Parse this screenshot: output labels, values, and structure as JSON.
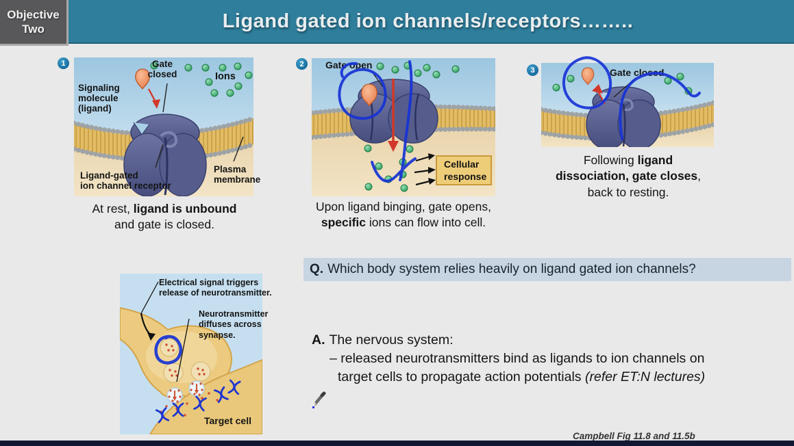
{
  "header": {
    "objective_line1": "Objective",
    "objective_line2": "Two",
    "title": "Ligand gated ion channels/receptors…….."
  },
  "colors": {
    "header_teal": "#2e7e9c",
    "question_highlight": "#c7d5e3",
    "pen_blue": "#1733d6",
    "arrow_red": "#d2382a",
    "ion_green": "#2d9c5d",
    "membrane_gold": "#e3bc66",
    "channel_purple": "#565d8c"
  },
  "figure1": {
    "badge": "1",
    "labels": {
      "gate": "Gate closed",
      "ions": "Ions",
      "signaling": [
        "Signaling",
        "molecule",
        "(ligand)"
      ],
      "receptor": [
        "Ligand-gated",
        "ion channel receptor"
      ],
      "membrane": [
        "Plasma",
        "membrane"
      ]
    },
    "caption": {
      "l1_pre": "At rest, ",
      "l1_bold": "ligand is unbound",
      "l2": "and gate is closed."
    }
  },
  "figure2": {
    "badge": "2",
    "labels": {
      "gate": "Gate open",
      "response": [
        "Cellular",
        "response"
      ]
    },
    "caption": {
      "l1": "Upon ligand binging, gate opens,",
      "l2_bold": "specific",
      "l2_post": " ions can flow into cell."
    }
  },
  "figure3": {
    "badge": "3",
    "labels": {
      "gate": "Gate closed"
    },
    "caption": {
      "l1_pre": "Following ",
      "l1_bold": "ligand",
      "l2_bold": "dissociation, gate closes",
      "l2_post": ",",
      "l3": "back to resting."
    }
  },
  "synapse": {
    "labels": {
      "electrical": [
        "Electrical signal triggers",
        "release of neurotransmitter."
      ],
      "neuro": [
        "Neurotransmitter",
        "diffuses across",
        "synapse."
      ],
      "target": "Target cell"
    }
  },
  "question": {
    "label": "Q.",
    "text": "Which body system relies heavily on ligand gated ion channels?"
  },
  "answer": {
    "label": "A.",
    "line1": "The nervous system:",
    "line2": "– released neurotransmitters bind as ligands to ion channels on",
    "line3": "target cells to propagate action potentials",
    "line3_italic": "(refer ET:N lectures)"
  },
  "credit": "Campbell Fig 11.8 and 11.5b"
}
